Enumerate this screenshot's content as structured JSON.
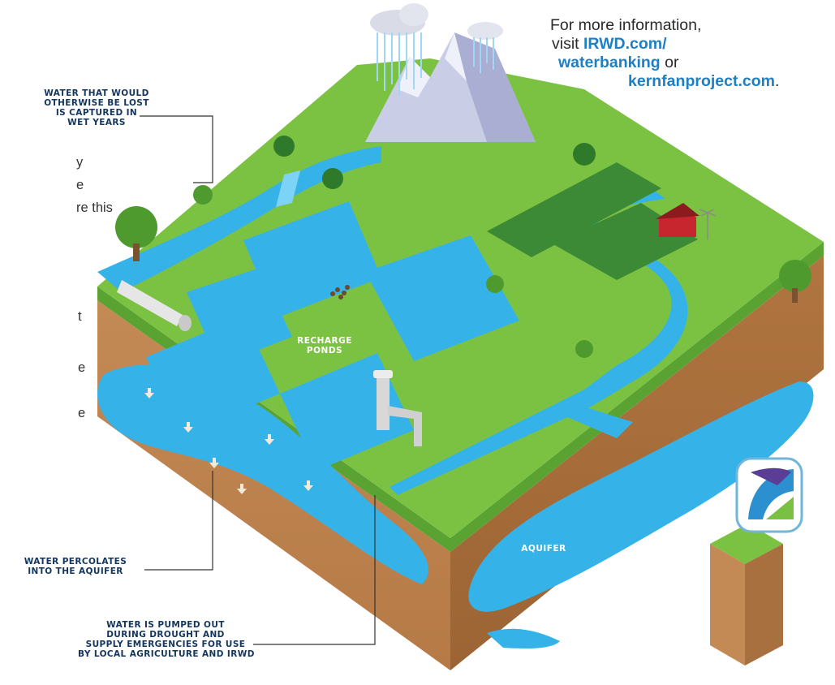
{
  "info": {
    "line1": "For more information,",
    "visit_word": "visit ",
    "link1_part1": "IRWD.com/",
    "link1_part2": "waterbanking",
    "or_word": " or",
    "link2": "kernfanproject.com",
    "period": "."
  },
  "cut_text": [
    "y",
    "e",
    "re this",
    "t",
    "e",
    "e"
  ],
  "callouts": {
    "wet_years": [
      "WATER THAT WOULD",
      "OTHERWISE BE LOST",
      "IS CAPTURED IN",
      "WET YEARS"
    ],
    "percolate": [
      "WATER PERCOLATES",
      "INTO THE AQUIFER"
    ],
    "pumped": [
      "WATER IS PUMPED OUT",
      "DURING DROUGHT AND",
      "SUPPLY EMERGENCIES FOR USE",
      "BY LOCAL AGRICULTURE AND IRWD"
    ]
  },
  "labels": {
    "recharge": [
      "RECHARGE",
      "PONDS"
    ],
    "aquifer": "AQUIFER"
  },
  "colors": {
    "grass": "#7cc242",
    "grass_dark": "#5aa332",
    "soil": "#c9915d",
    "soil_dark": "#a8703f",
    "water": "#35b3e8",
    "water_light": "#7dd3f5",
    "mountain": "#c9cde6",
    "link": "#1e7fc2",
    "callout_text": "#14365e"
  },
  "icons": [
    "cloud-icon",
    "mountain-icon",
    "tree-icon",
    "barn-icon",
    "windmill-icon",
    "pipe-icon",
    "well-pump-icon",
    "duck-icon",
    "irwd-logo"
  ]
}
